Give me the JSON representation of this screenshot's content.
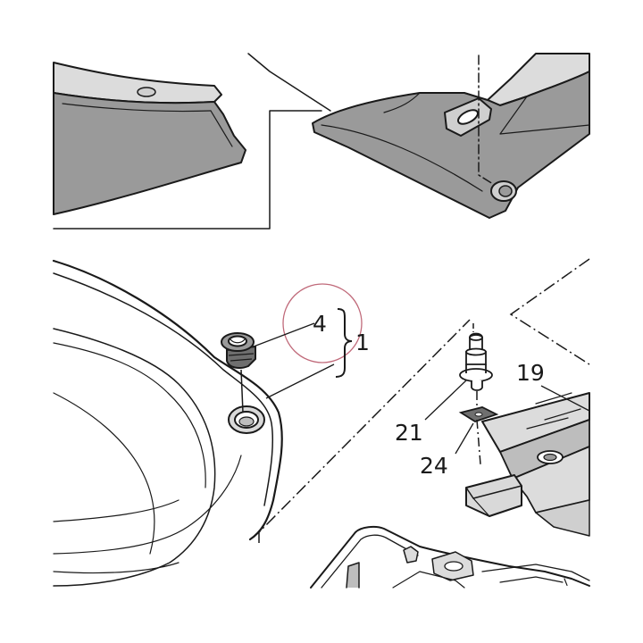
{
  "callouts": {
    "c4": "4",
    "c1": "1",
    "c19": "19",
    "c21": "21",
    "c24": "24"
  },
  "colors": {
    "part_fill": "#9a9a9a",
    "part_fill_dark": "#6f6f6f",
    "line": "#1a1a1a",
    "highlight_circle": "#c06a7a"
  }
}
